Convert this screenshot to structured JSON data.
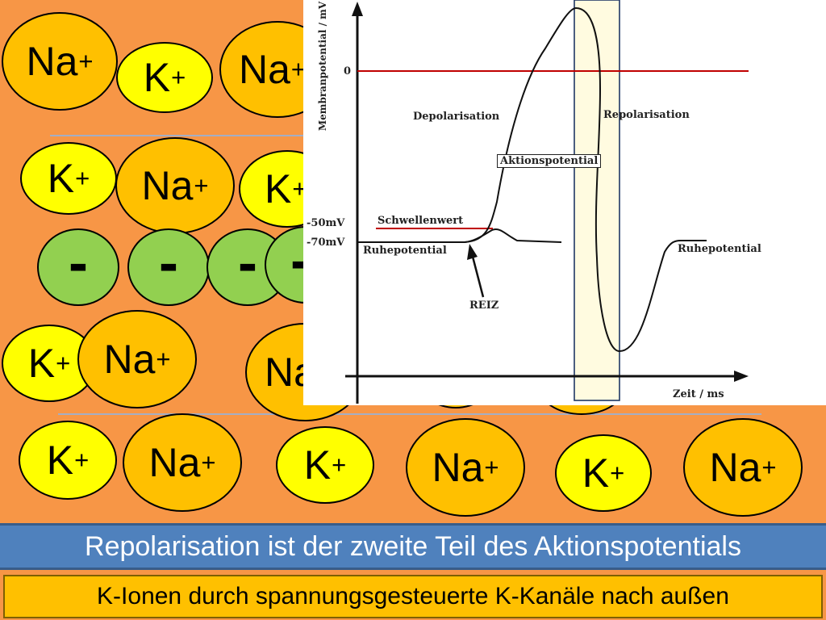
{
  "ions": {
    "na": "Na",
    "k": "K",
    "plus": "+",
    "neg": "-"
  },
  "graph": {
    "y_axis_title": "Membranpotential / mV",
    "x_axis_title": "Zeit / ms",
    "tick_zero": "0",
    "tick_minus50": "-50mV",
    "tick_minus70": "-70mV",
    "label_depolarisation": "Depolarisation",
    "label_repolarisation": "Repolarisation",
    "label_aktionspotential": "Aktionspotential",
    "label_schwellenwert": "Schwellenwert",
    "label_ruhepotential_left": "Ruhepotential",
    "label_ruhepotential_right": "Ruhepotential",
    "label_reiz": "REIZ"
  },
  "colors": {
    "background": "#f79646",
    "na_ion": "#ffc000",
    "k_ion": "#ffff00",
    "negative_charge": "#92d050",
    "zero_line": "#c00000",
    "highlight_fill": "#fffbe0",
    "highlight_border": "#1f3864",
    "title_bar": "#4f81bd",
    "subtitle_bar": "#ffc000"
  },
  "title_bar": "Repolarisation ist der zweite Teil des Aktionspotentials",
  "subtitle_bar": "K-Ionen durch spannungsgesteuerte K-Kanäle nach außen"
}
